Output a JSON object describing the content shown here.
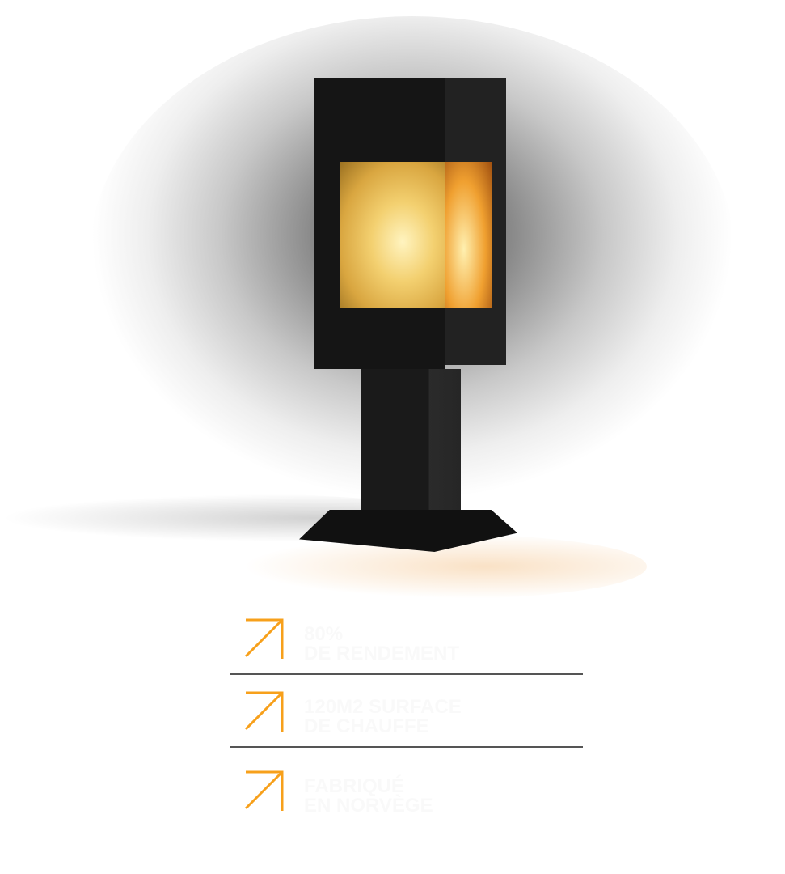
{
  "product": {
    "name": "wood-stove"
  },
  "features": [
    {
      "icon": "arrow-up-right-icon",
      "line1": "80%",
      "line2": "DE RENDEMENT"
    },
    {
      "icon": "arrow-up-right-icon",
      "line1": "120M2 SURFACE",
      "line2": "DE CHAUFFE"
    },
    {
      "icon": "arrow-up-right-icon",
      "line1": "FABRIQUÉ",
      "line2": "EN NORVÈGE"
    }
  ],
  "colors": {
    "accent": "#f7a01b",
    "separator": "#555555"
  }
}
